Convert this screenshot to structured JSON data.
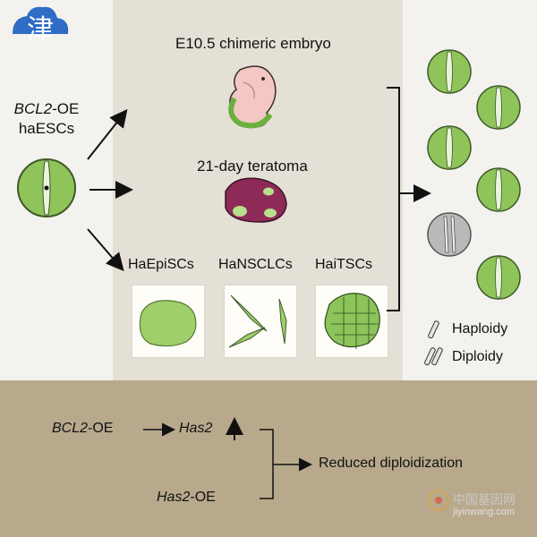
{
  "logo": {
    "glyph": "津",
    "color": "#2e6cc6"
  },
  "source": {
    "line_italic": "BCL2",
    "line_rest": "-OE",
    "line2": "haESCs"
  },
  "outcomes": {
    "embryo": "E10.5 chimeric embryo",
    "teratoma": "21-day teratoma",
    "cells": [
      {
        "label": "HaEpiSCs"
      },
      {
        "label": "HaNSCLCs"
      },
      {
        "label": "HaiTSCs"
      }
    ]
  },
  "legend": {
    "haploidy": "Haploidy",
    "diploidy": "Diploidy"
  },
  "mechanism": {
    "bcl2_italic": "BCL2",
    "bcl2_rest": "-OE",
    "has2_target": "Has2",
    "has2oe_italic": "Has2",
    "has2oe_rest": "-OE",
    "result": "Reduced diploidization"
  },
  "watermark": {
    "text_cn": "中国基因网",
    "url": "jiyinwang.com"
  },
  "colors": {
    "cell_green": "#8fc45a",
    "cell_gray": "#b9b9b9",
    "panel_center": "#e4e0d6",
    "panel_bottom": "#b8a98c",
    "teratoma": "#8e2a57"
  }
}
